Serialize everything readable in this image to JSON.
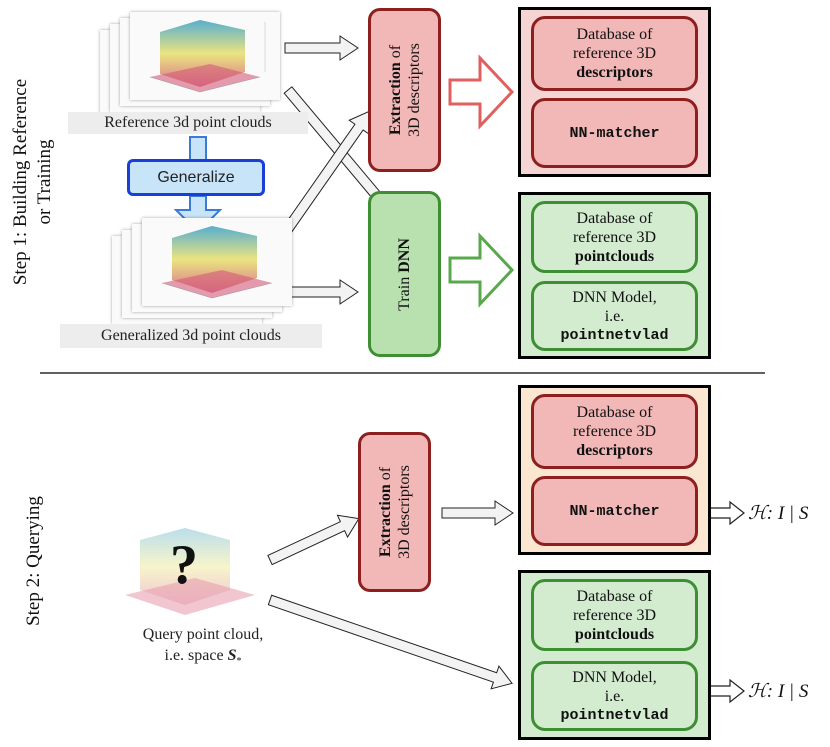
{
  "step1": {
    "label_line1": "Step 1: Building Reference",
    "label_line2": "or Training",
    "reference_caption": "Reference 3d point clouds",
    "generalize_button": "Generalize",
    "generalized_caption": "Generalized 3d point clouds",
    "extraction": {
      "bold": "Extraction",
      "rest": " of",
      "line2": "3D descriptors"
    },
    "train": {
      "prefix": "Train ",
      "bold": "DNN"
    },
    "descriptor_panel": {
      "db_line1": "Database of",
      "db_line2": "reference 3D",
      "db_bold": "descriptors",
      "matcher": "NN-matcher"
    },
    "model_panel": {
      "db_line1": "Database of",
      "db_line2": "reference 3D",
      "db_bold": "pointclouds",
      "model_line1": "DNN Model,",
      "model_line2": "i.e.",
      "model_name": "pointnetvlad"
    }
  },
  "step2": {
    "label": "Step 2: Querying",
    "question_mark": "?",
    "query_caption_line1": "Query point cloud,",
    "query_caption_line2": "i.e. space",
    "query_symbol": "S",
    "query_subscript": "*",
    "extraction": {
      "bold": "Extraction",
      "rest": " of",
      "line2": "3D descriptors"
    },
    "descriptor_panel": {
      "db_line1": "Database of",
      "db_line2": "reference 3D",
      "db_bold": "descriptors",
      "matcher": "NN-matcher"
    },
    "model_panel": {
      "db_line1": "Database of",
      "db_line2": "reference 3D",
      "db_bold": "pointclouds",
      "model_line1": "DNN Model,",
      "model_line2": "i.e.",
      "model_name": "pointnetvlad"
    },
    "output_label": "ℋ: I | S"
  },
  "colors": {
    "red_fill": "#f2b7b7",
    "red_border": "#8e1f1f",
    "green_fill": "#d3ecd0",
    "green_border": "#3e8e34",
    "blue_border": "#1a3fd8",
    "blue_fill": "#c8e4f8",
    "peach_fill": "#fbe6d2"
  }
}
